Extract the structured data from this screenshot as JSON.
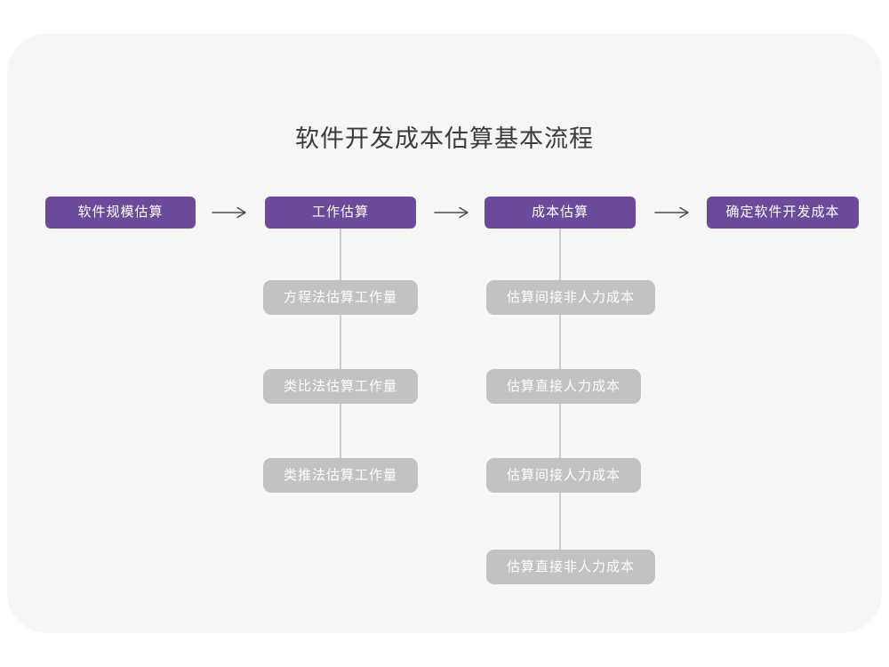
{
  "title": "软件开发成本估算基本流程",
  "colors": {
    "page_bg": "#ffffff",
    "card_bg": "#f6f6f6",
    "primary": "#6b4a9b",
    "sub_box": "#c2c2c2",
    "box_text": "#ffffff",
    "title_text": "#3b3b3b",
    "arrow": "#4d4d4d",
    "connector": "#cccccc"
  },
  "flow": {
    "steps": [
      {
        "label": "软件规模估算",
        "children": []
      },
      {
        "label": "工作估算",
        "children": [
          "方程法估算工作量",
          "类比法估算工作量",
          "类推法估算工作量"
        ]
      },
      {
        "label": "成本估算",
        "children": [
          "估算间接非人力成本",
          "估算直接人力成本",
          "估算间接人力成本",
          "估算直接非人力成本"
        ]
      },
      {
        "label": "确定软件开发成本",
        "children": []
      }
    ]
  }
}
